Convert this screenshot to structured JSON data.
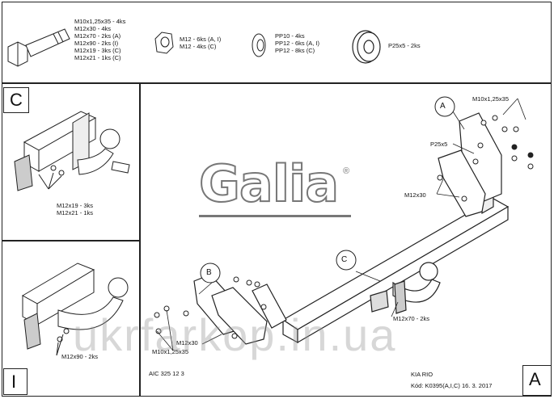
{
  "parts": {
    "bolt_labels": [
      "M10x1,25x35 - 4ks",
      "M12x30 - 4ks",
      "M12x70 - 2ks (A)",
      "M12x90 - 2ks (I)",
      "M12x19 - 3ks (C)",
      "M12x21 - 1ks (C)"
    ],
    "nut_labels": [
      "M12 - 6ks (A, I)",
      "M12 - 4ks (C)"
    ],
    "washer_labels": [
      "PP10 - 4ks",
      "PP12 - 6ks (A, I)",
      "PP12 - 8ks (C)"
    ],
    "spacer_label": "P25x5 - 2ks"
  },
  "panel_c": {
    "letter": "C",
    "labels": [
      "M12x19 - 3ks",
      "M12x21 - 1ks"
    ]
  },
  "panel_i": {
    "letter": "I",
    "label": "M12x90 - 2ks"
  },
  "main": {
    "logo": "Galia",
    "logo_mark": "®",
    "callout_a": "A",
    "callout_b": "B",
    "callout_c": "C",
    "label_a_bolt": "M10x1,25x35",
    "label_a_spacer": "P25x5",
    "label_a_m12x30": "M12x30",
    "label_b_m12x30": "M12x30",
    "label_b_m10": "M10x1,25x35",
    "label_m12x70": "M12x70 - 2ks",
    "code": "AIC 325 12 3",
    "model": "KIA RIO",
    "kod": "Kód: K0395(A,I,C)  16. 3. 2017",
    "corner_letter": "A",
    "watermark": "ukrfarkop.in.ua"
  }
}
